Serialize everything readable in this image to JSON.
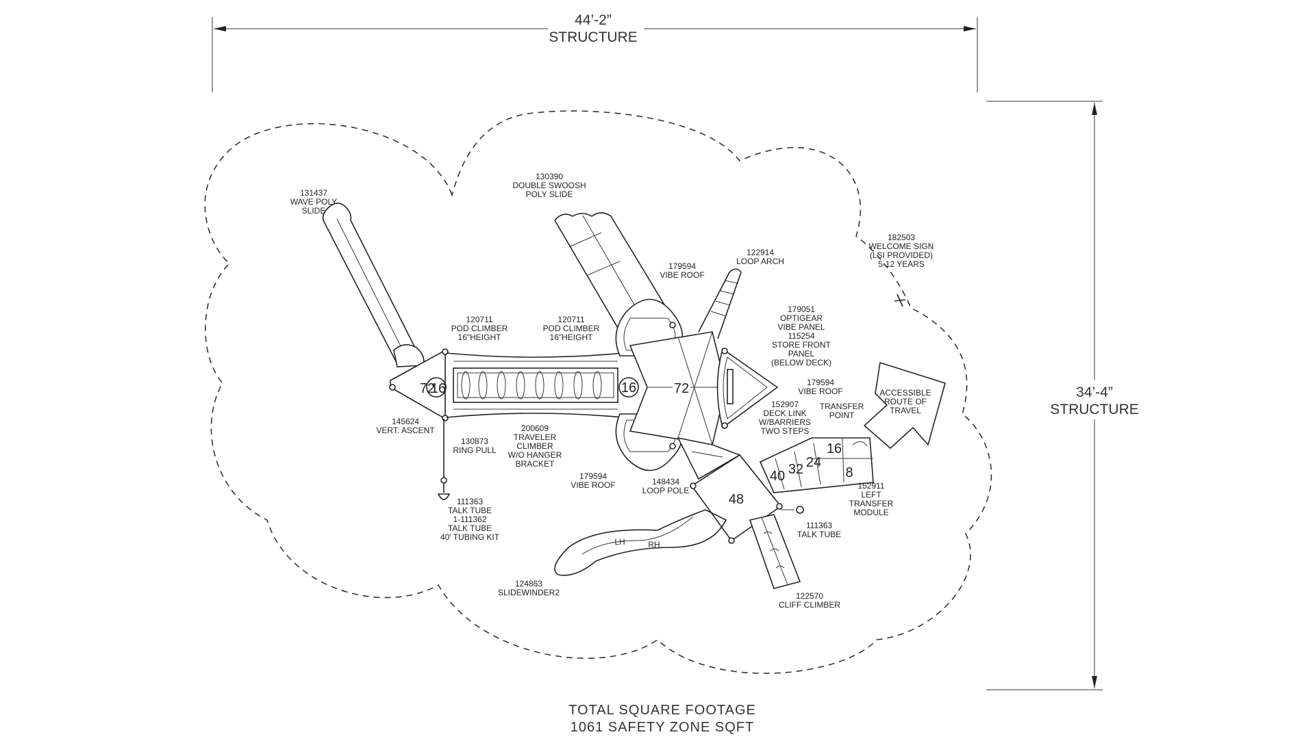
{
  "dimensions": {
    "width_value": "44’-2”",
    "width_label": "STRUCTURE",
    "height_value": "34’-4”",
    "height_label": "STRUCTURE"
  },
  "footer": {
    "line1": "TOTAL SQUARE FOOTAGE",
    "line2": "1061 SAFETY ZONE SQFT"
  },
  "callouts": {
    "wave_slide": [
      "131437",
      "WAVE POLY",
      "SLIDE"
    ],
    "double_swoosh": [
      "130390",
      "DOUBLE SWOOSH",
      "POLY SLIDE"
    ],
    "vibe_roof_top": [
      "179594",
      "VIBE ROOF"
    ],
    "loop_arch": [
      "122914",
      "LOOP ARCH"
    ],
    "welcome_sign": [
      "182503",
      "WELCOME SIGN",
      "(LSI PROVIDED)",
      "5-12 YEARS"
    ],
    "pod_climber_left": [
      "120711",
      "POD CLIMBER",
      "16\"HEIGHT"
    ],
    "pod_climber_right": [
      "120711",
      "POD CLIMBER",
      "16\"HEIGHT"
    ],
    "optigear": [
      "179051",
      "OPTIGEAR",
      "VIBE PANEL",
      "115254",
      "STORE FRONT",
      "PANEL",
      "(BELOW DECK)"
    ],
    "vibe_roof_right": [
      "179594",
      "VIBE ROOF"
    ],
    "accessible_route": [
      "ACCESSIBLE",
      "ROUTE OF",
      "TRAVEL"
    ],
    "transfer_point": [
      "TRANSFER",
      "POINT"
    ],
    "deck_link": [
      "152907",
      "DECK LINK",
      "W/BARRIERS",
      "TWO STEPS"
    ],
    "vert_ascent": [
      "145624",
      "VERT. ASCENT"
    ],
    "ring_pull": [
      "130873",
      "RING PULL"
    ],
    "traveler": [
      "200609",
      "TRAVELER",
      "CLIMBER",
      "W/O HANGER",
      "BRACKET"
    ],
    "vibe_roof_bottom": [
      "179594",
      "VIBE ROOF"
    ],
    "loop_pole": [
      "148434",
      "LOOP POLE"
    ],
    "left_transfer": [
      "152911",
      "LEFT",
      "TRANSFER",
      "MODULE"
    ],
    "talk_tube_left": [
      "111363",
      "TALK TUBE",
      "1-111362",
      "TALK TUBE",
      "40' TUBING KIT"
    ],
    "talk_tube_right": [
      "111363",
      "TALK TUBE"
    ],
    "slidewinder": [
      "124863",
      "SLIDEWINDER2"
    ],
    "cliff_climber": [
      "122570",
      "CLIFF CLIMBER"
    ]
  },
  "deck_heights": {
    "left_platform": "72",
    "left_platform_small": "16",
    "mid_connector": "16",
    "center_platform": "72",
    "lower_deck": "48",
    "step_40": "40",
    "step_32": "32",
    "step_24": "24",
    "transfer_16": "16",
    "transfer_8": "8"
  },
  "slide_hands": {
    "lh": "LH",
    "rh": "RH"
  }
}
